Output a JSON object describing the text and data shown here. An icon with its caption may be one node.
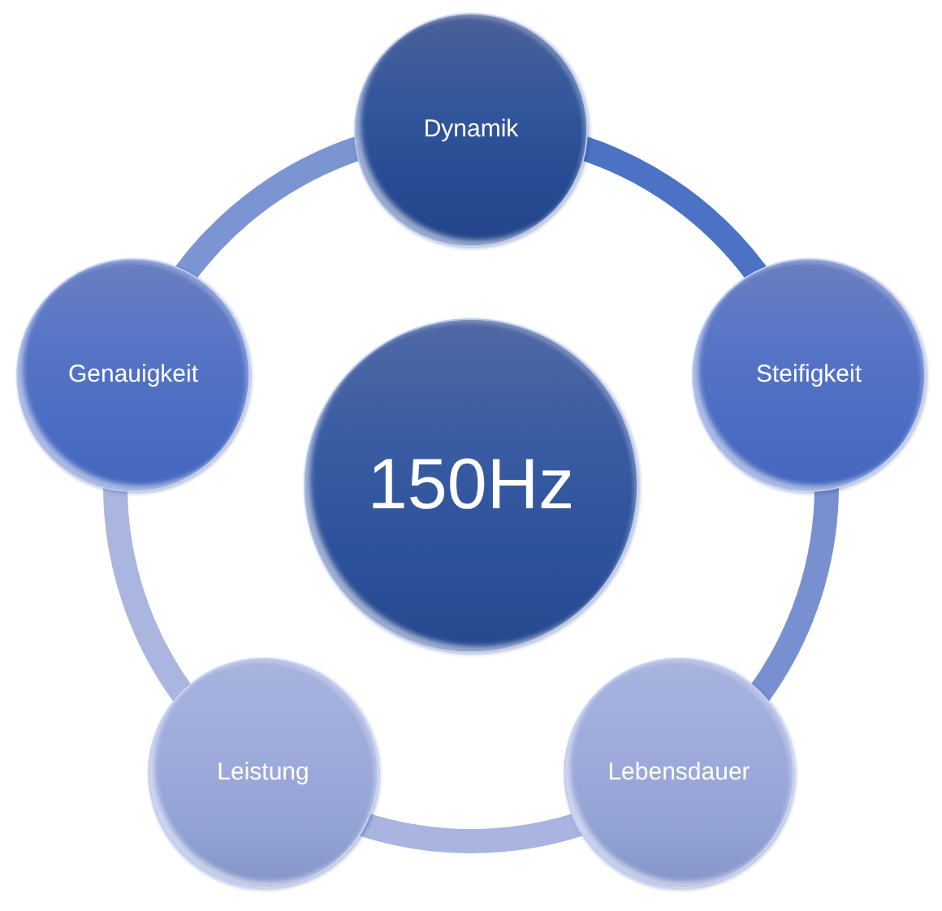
{
  "diagram": {
    "nodes": [
      {
        "text": [
          "150Hz"
        ]
      },
      {
        "text": [
          "Dynamik"
        ]
      },
      {
        "text": [
          "Steifigkeit"
        ]
      },
      {
        "text": [
          "Lebensdauer"
        ]
      },
      {
        "text": [
          "Leistung"
        ]
      },
      {
        "text": [
          "Genauigkeit"
        ]
      }
    ],
    "edges": [
      {
        "from": 1,
        "to": 2,
        "arrow": "none",
        "color": "#4b72c4"
      },
      {
        "from": 2,
        "to": 3,
        "arrow": "none",
        "color": "#7890d0"
      },
      {
        "from": 3,
        "to": 4,
        "arrow": "none",
        "color": "#a9b5e0"
      },
      {
        "from": 4,
        "to": 5,
        "arrow": "none",
        "color": "#aab6e0"
      },
      {
        "from": 5,
        "to": 1,
        "arrow": "none",
        "color": "#7b95d2"
      }
    ]
  }
}
